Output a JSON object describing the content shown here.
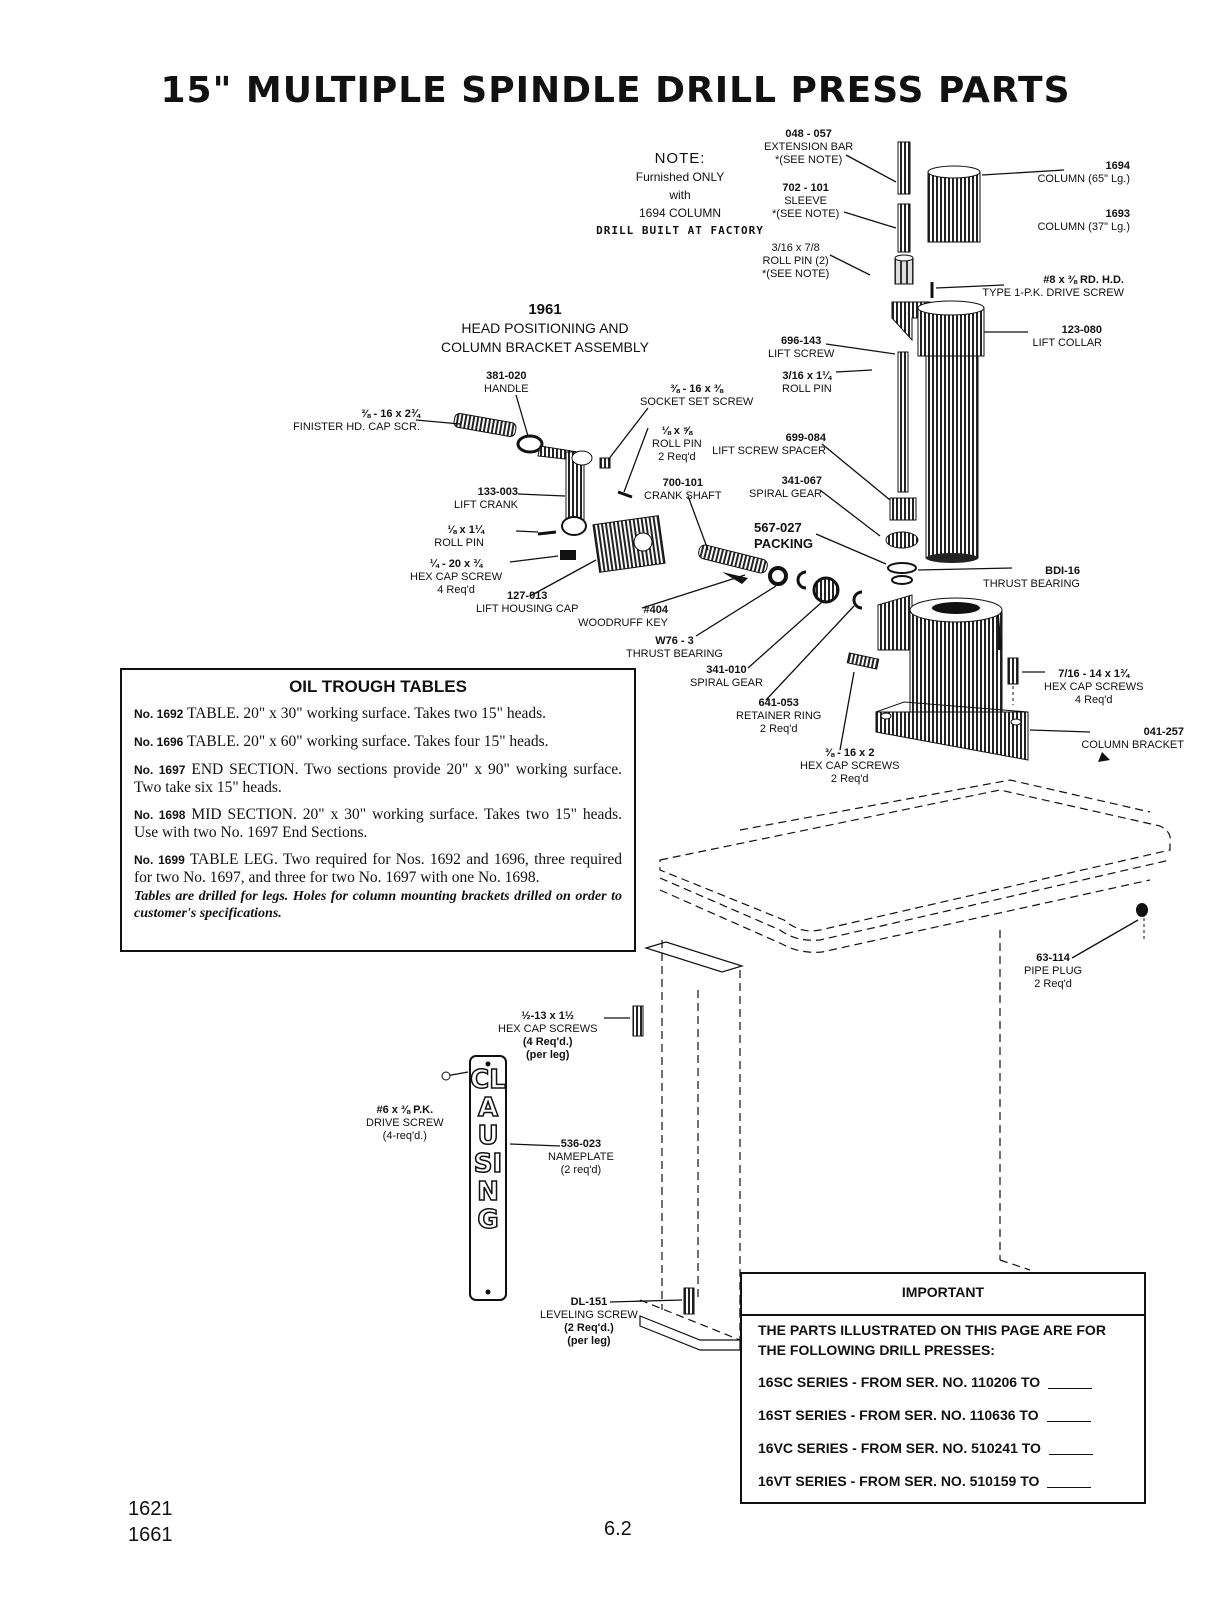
{
  "title": "15\" MULTIPLE SPINDLE DRILL PRESS PARTS",
  "note": {
    "heading": "NOTE:",
    "line1": "Furnished ONLY",
    "line2": "with",
    "line3": "1694 COLUMN",
    "line4": "DRILL BUILT AT FACTORY"
  },
  "assembly": {
    "number": "1961",
    "line1": "HEAD POSITIONING AND",
    "line2": "COLUMN BRACKET ASSEMBLY"
  },
  "parts": {
    "ext_bar": {
      "pn": "048 - 057",
      "l1": "EXTENSION BAR",
      "l2": "*(SEE NOTE)"
    },
    "col65": {
      "pn": "1694",
      "l1": "COLUMN (65\" Lg.)"
    },
    "col37": {
      "pn": "1693",
      "l1": "COLUMN (37\" Lg.)"
    },
    "sleeve": {
      "pn": "702 - 101",
      "l1": "SLEEVE",
      "l2": "*(SEE NOTE)"
    },
    "roll_pin_top": {
      "pn": "3/16 x 7/8",
      "l1": "ROLL PIN (2)",
      "l2": "*(SEE NOTE)"
    },
    "drive_screw": {
      "pn": "#8 x ⅜ RD. H.D.",
      "l1": "TYPE 1-P.K. DRIVE SCREW"
    },
    "lift_collar": {
      "pn": "123-080",
      "l1": "LIFT COLLAR"
    },
    "lift_screw": {
      "pn": "696-143",
      "l1": "LIFT SCREW"
    },
    "roll_pin_mid": {
      "pn": "3/16 x 1¼",
      "l1": "ROLL PIN"
    },
    "handle": {
      "pn": "381-020",
      "l1": "HANDLE"
    },
    "socket_set": {
      "pn": "⅜ - 16 x ⅜",
      "l1": "SOCKET SET SCREW"
    },
    "finister": {
      "pn": "⅜ - 16 x 2¾",
      "l1": "FINISTER HD. CAP SCR."
    },
    "roll_pin_2": {
      "pn": "⅛ x ⅝",
      "l1": "ROLL PIN",
      "l2": "2 Req'd"
    },
    "spacer": {
      "pn": "699-084",
      "l1": "LIFT SCREW SPACER"
    },
    "lift_crank": {
      "pn": "133-003",
      "l1": "LIFT CRANK"
    },
    "crank_shaft": {
      "pn": "700-101",
      "l1": "CRANK SHAFT"
    },
    "spiral_gear_top": {
      "pn": "341-067",
      "l1": "SPIRAL GEAR"
    },
    "roll_pin_small": {
      "pn": "⅛ x 1¼",
      "l1": "ROLL PIN"
    },
    "packing": {
      "pn": "567-027",
      "l1": "PACKING"
    },
    "hex_cap_quarter": {
      "pn": "¼ - 20 x ¾",
      "l1": "HEX CAP SCREW",
      "l2": "4 Req'd"
    },
    "housing_cap": {
      "pn": "127-013",
      "l1": "LIFT HOUSING CAP"
    },
    "thrust_top": {
      "pn": "BDI-16",
      "l1": "THRUST BEARING"
    },
    "woodruff": {
      "pn": "#404",
      "l1": "WOODRUFF KEY"
    },
    "thrust_w76": {
      "pn": "W76 - 3",
      "l1": "THRUST BEARING"
    },
    "spiral_gear_low": {
      "pn": "341-010",
      "l1": "SPIRAL GEAR"
    },
    "hex_cap_716": {
      "pn": "7/16 - 14 x 1¾",
      "l1": "HEX CAP SCREWS",
      "l2": "4 Req'd"
    },
    "retainer": {
      "pn": "641-053",
      "l1": "RETAINER RING",
      "l2": "2 Req'd"
    },
    "col_bracket": {
      "pn": "041-257",
      "l1": "COLUMN BRACKET"
    },
    "hex_cap_38": {
      "pn": "⅜ - 16 x 2",
      "l1": "HEX CAP SCREWS",
      "l2": "2 Req'd"
    },
    "pipe_plug": {
      "pn": "63-114",
      "l1": "PIPE PLUG",
      "l2": "2 Req'd"
    },
    "hex_cap_half": {
      "pn": "½-13 x 1½",
      "l1": "HEX CAP SCREWS",
      "l2": "(4 Req'd.)",
      "l3": "(per leg)"
    },
    "pk_drive": {
      "pn": "#6 x ⅜ P.K.",
      "l1": "DRIVE SCREW",
      "l2": "(4-req'd.)"
    },
    "nameplate": {
      "pn": "536-023",
      "l1": "NAMEPLATE",
      "l2": "(2 req'd)"
    },
    "leveling": {
      "pn": "DL-151",
      "l1": "LEVELING SCREW",
      "l2": "(2 Req'd.)",
      "l3": "(per leg)"
    }
  },
  "nameplate_text": "CLAUSING",
  "oil_trough": {
    "heading": "OIL TROUGH TABLES",
    "items": [
      {
        "no": "No. 1692",
        "text": "TABLE. 20\" x 30\" working surface. Takes two 15\" heads."
      },
      {
        "no": "No. 1696",
        "text": "TABLE. 20\" x 60\" working surface. Takes four 15\" heads."
      },
      {
        "no": "No. 1697",
        "text": "END SECTION. Two sections provide 20\" x 90\" working surface. Two take six 15\" heads."
      },
      {
        "no": "No. 1698",
        "text": "MID SECTION. 20\" x 30\" working surface. Takes two 15\" heads. Use with two No. 1697 End Sections."
      },
      {
        "no": "No. 1699",
        "text": "TABLE LEG. Two required for Nos. 1692 and 1696, three required for two No. 1697, and three for two No. 1697 with one No. 1698."
      }
    ],
    "footer": "Tables are drilled for legs. Holes for column mounting brackets drilled on order to customer's specifications."
  },
  "important": {
    "heading": "IMPORTANT",
    "intro": "THE PARTS ILLUSTRATED ON THIS PAGE ARE FOR THE FOLLOWING DRILL PRESSES:",
    "series": [
      "16SC SERIES - FROM SER. NO. 110206 TO",
      "16ST SERIES - FROM SER. NO. 110636 TO",
      "16VC SERIES - FROM SER. NO. 510241 TO",
      "16VT SERIES - FROM SER. NO. 510159 TO"
    ]
  },
  "footer": {
    "code1": "1621",
    "code2": "1661",
    "page": "6.2"
  }
}
